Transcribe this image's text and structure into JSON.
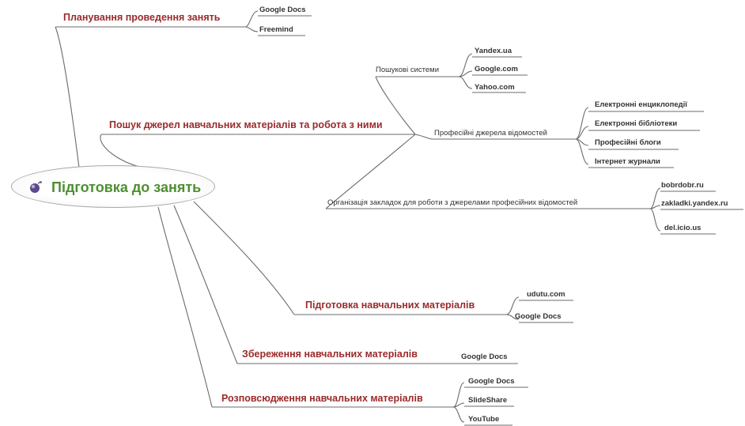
{
  "root": {
    "label": "Підготовка до занять",
    "icon": "globe-icon"
  },
  "branches": [
    {
      "label": "Планування проведення занять",
      "leaves": [
        "Google Docs",
        "Freemind"
      ]
    },
    {
      "label": "Пошук джерел навчальних матеріалів та робота з ними",
      "children": [
        {
          "label": "Пошукові системи",
          "leaves": [
            "Yandex.ua",
            "Google.com",
            "Yahoo.com"
          ]
        },
        {
          "label": "Професійні джерела відомостей",
          "leaves": [
            "Електронні енциклопедії",
            "Електронні бібліотеки",
            "Професійні блоги",
            "Інтернет журнали"
          ]
        },
        {
          "label": "Організація закладок для роботи з джерелами професійних відомостей",
          "leaves": [
            "bobrdobr.ru",
            "zakladki.yandex.ru",
            "del.icio.us"
          ]
        }
      ]
    },
    {
      "label": "Підготовка навчальних матеріалів",
      "leaves": [
        "udutu.com",
        "Google Docs"
      ]
    },
    {
      "label": "Збереження навчальних матеріалів",
      "leaves": [
        "Google Docs"
      ]
    },
    {
      "label": "Розповсюдження навчальних матеріалів",
      "leaves": [
        "Google Docs",
        "SlideShare",
        "YouTube"
      ]
    }
  ],
  "colors": {
    "root": "#4e8f31",
    "branch": "#9b2a2a",
    "text": "#333333",
    "line": "#6b6b6b"
  }
}
